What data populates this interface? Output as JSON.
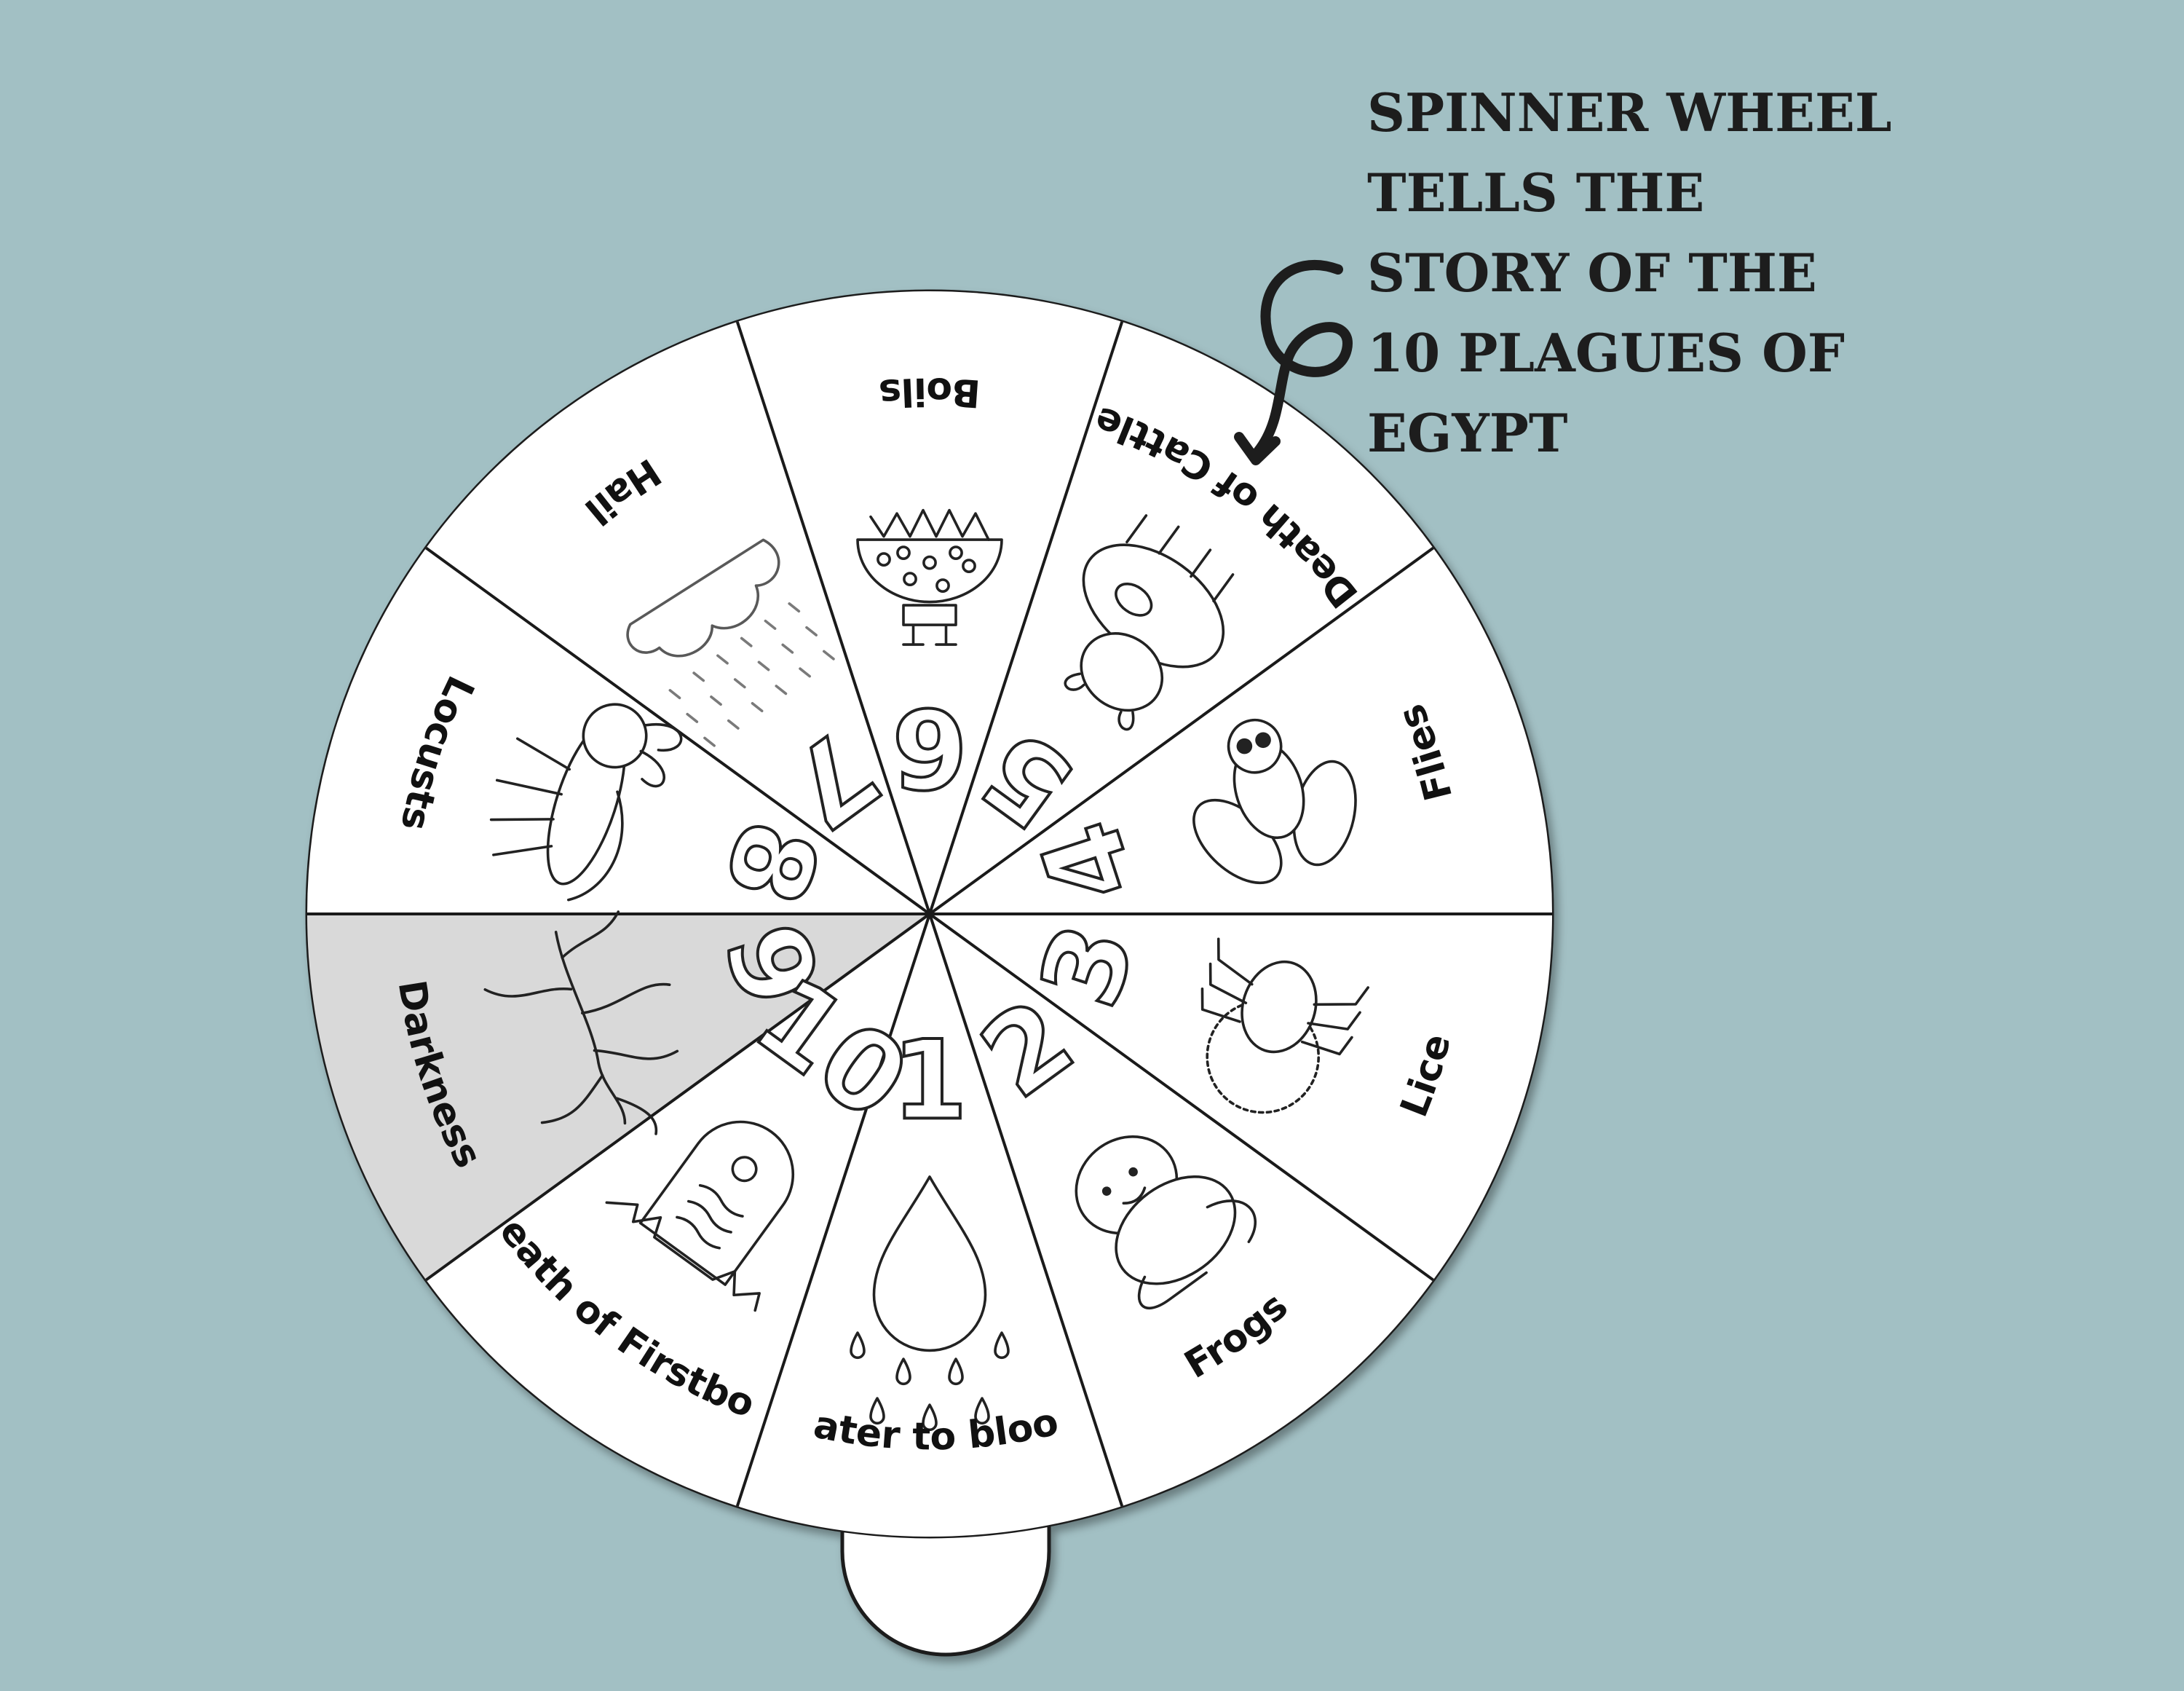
{
  "headline": {
    "lines": [
      "SPINNER WHEEL",
      "TELLS THE",
      "STORY OF THE",
      "10 PLAGUES OF",
      "EGYPT"
    ]
  },
  "colors": {
    "background": "#a2c0c4",
    "wheel": "#ffffff",
    "outline": "#1a1a1a",
    "highlighted_segment": "#d9d9d9"
  },
  "wheel": {
    "highlighted_segment_number": "9",
    "segments": [
      {
        "number": "1",
        "label": "Water to blood",
        "icon": "blood-drop-icon"
      },
      {
        "number": "2",
        "label": "Frogs",
        "icon": "frog-icon"
      },
      {
        "number": "3",
        "label": "Lice",
        "icon": "louse-icon"
      },
      {
        "number": "4",
        "label": "Flies",
        "icon": "fly-icon"
      },
      {
        "number": "5",
        "label": "Death of Cattle",
        "icon": "cow-icon"
      },
      {
        "number": "6",
        "label": "Boils",
        "icon": "boils-icon"
      },
      {
        "number": "7",
        "label": "Hail",
        "icon": "hail-cloud-icon"
      },
      {
        "number": "8",
        "label": "Locusts",
        "icon": "locust-icon"
      },
      {
        "number": "9",
        "label": "Darkness",
        "icon": "dead-tree-icon"
      },
      {
        "number": "10",
        "label": "Death of Firstborn",
        "icon": "tombstone-icon"
      }
    ]
  }
}
